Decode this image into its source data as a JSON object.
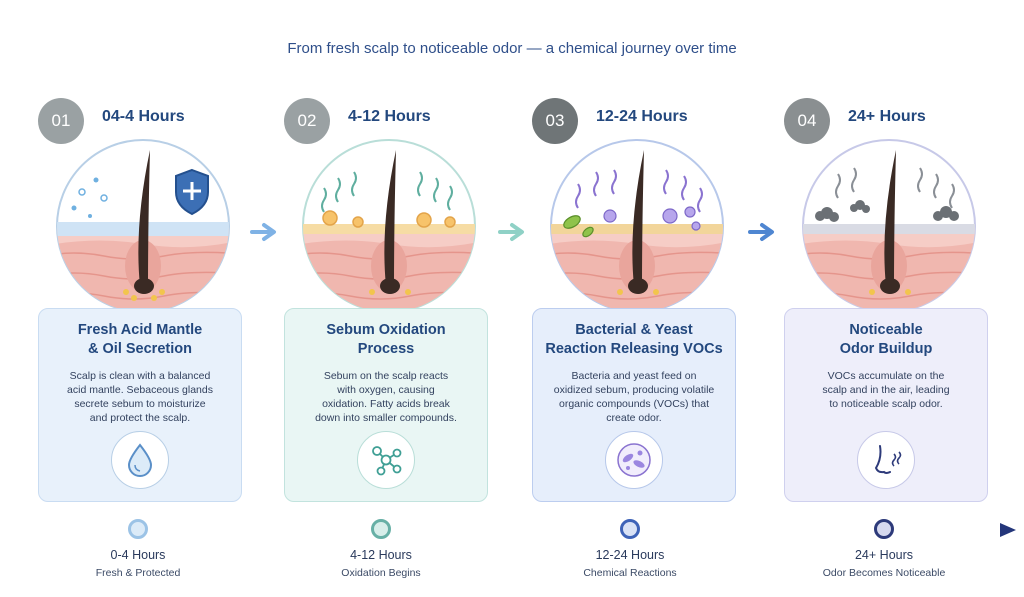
{
  "subtitle": "From fresh scalp to noticeable odor — a chemical journey over time",
  "stages": [
    {
      "number": "01",
      "hours": "04-4 Hours",
      "title": "Fresh Acid Mantle\n& Oil Secretion",
      "description": "Scalp is clean with a balanced\nacid mantle. Sebaceous glands\nsecrete sebum to moisturize\nand protect the scalp.",
      "icon": "water-drop-icon",
      "badge_color": "#9aa1a3",
      "card_bg": "#e8f1fb",
      "card_border": "#c9dcf2",
      "accent": "#7fa9d6"
    },
    {
      "number": "02",
      "hours": "4-12 Hours",
      "title": "Sebum Oxidation\nProcess",
      "description": "Sebum on the scalp reacts\nwith oxygen, causing\noxidation. Fatty acids break\ndown into smaller compounds.",
      "icon": "molecule-icon",
      "badge_color": "#9aa1a3",
      "card_bg": "#e9f6f4",
      "card_border": "#c2e3de",
      "accent": "#3f9f95"
    },
    {
      "number": "03",
      "hours": "12-24 Hours",
      "title": "Bacterial & Yeast\nReaction Releasing VOCs",
      "description": "Bacteria and yeast feed on\noxidized sebum, producing volatile\norganic compounds (VOCs) that\ncreate odor.",
      "icon": "microbes-icon",
      "badge_color": "#6f7577",
      "card_bg": "#e6eefb",
      "card_border": "#bccdef",
      "accent": "#3e63b8"
    },
    {
      "number": "04",
      "hours": "24+ Hours",
      "title": "Noticeable\nOdor Buildup",
      "description": "VOCs accumulate on the\nscalp and in the air, leading\nto noticeable scalp odor.",
      "icon": "nose-smell-icon",
      "badge_color": "#8a8f91",
      "card_bg": "#eeeefa",
      "card_border": "#cfd0ee",
      "accent": "#2d3a7a"
    }
  ],
  "timeline": [
    {
      "label": "0-4 Hours",
      "sub": "Fresh & Protected",
      "color": "#9cc3e6"
    },
    {
      "label": "4-12 Hours",
      "sub": "Oxidation Begins",
      "color": "#67b0a6"
    },
    {
      "label": "12-24 Hours",
      "sub": "Chemical Reactions",
      "color": "#3e63b8"
    },
    {
      "label": "24+ Hours",
      "sub": "Odor Becomes Noticeable",
      "color": "#2d3a7a"
    }
  ]
}
